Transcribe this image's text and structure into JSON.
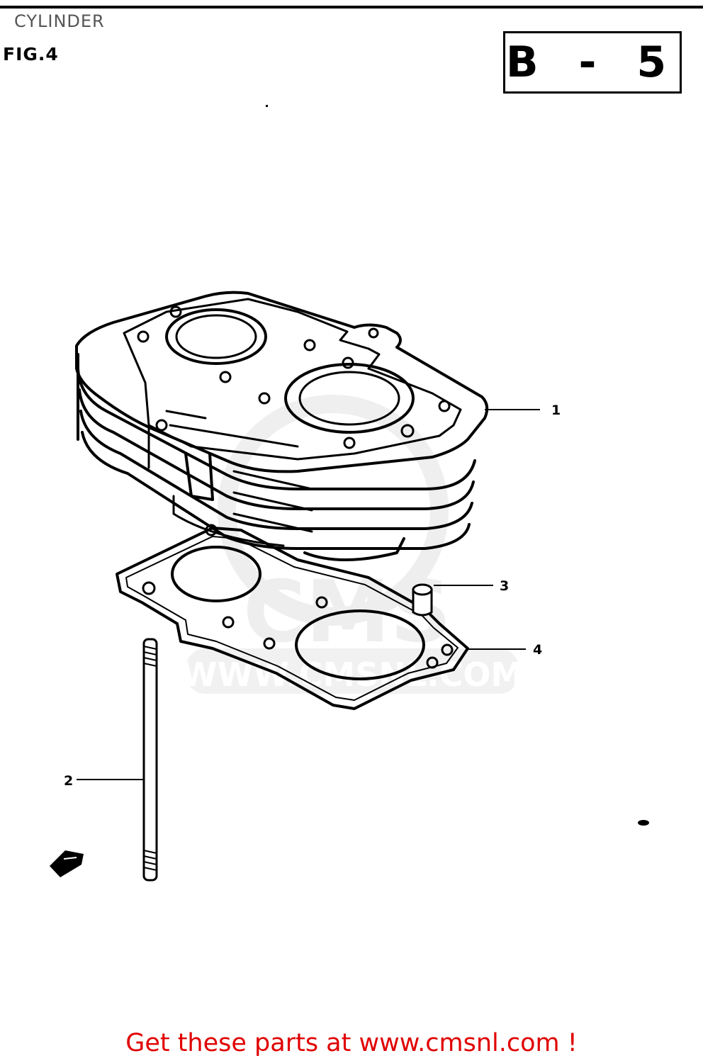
{
  "header": {
    "title": "CYLINDER",
    "figure": "FIG.4",
    "section_code": "B - 5"
  },
  "watermark": {
    "logo_text": "CMS",
    "url_text": "WWW.CMSNL.COM"
  },
  "callouts": [
    {
      "number": "1",
      "part": "cylinder"
    },
    {
      "number": "2",
      "part": "stud bolt"
    },
    {
      "number": "3",
      "part": "dowel pin"
    },
    {
      "number": "4",
      "part": "cylinder base gasket"
    }
  ],
  "footer": {
    "cta": "Get these parts at www.cmsnl.com !",
    "cta_color": "#e00000"
  }
}
